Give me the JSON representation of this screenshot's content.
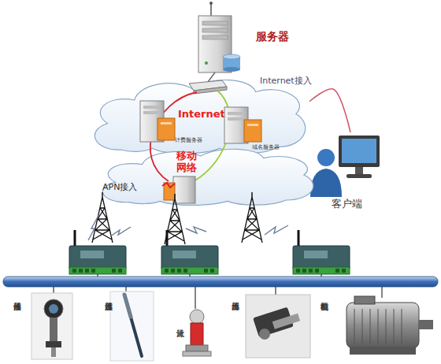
{
  "diagram": {
    "nodes": [
      {
        "text": [
          "服务器"
        ]
      },
      {
        "text": [
          "Internet"
        ]
      },
      {
        "text": [
          "计费服务器"
        ],
        "in": 1
      },
      {
        "text": [
          "域名服务器"
        ],
        "in": 1
      },
      {
        "text": [
          "移动网络",
          "APN接入"
        ]
      },
      {
        "text": [
          "客户端"
        ]
      },
      {
        "text": [
          "液位传感器"
        ]
      },
      {
        "text": [
          "温度传感器"
        ]
      },
      {
        "text": [
          "流量计"
        ]
      },
      {
        "text": [
          "压力传感器"
        ]
      },
      {
        "text": [
          "电机控制器"
        ]
      }
    ],
    "edges": [
      {
        "from": 1,
        "to": 5,
        "label": "Internet接入",
        "arrow": "none"
      }
    ]
  }
}
